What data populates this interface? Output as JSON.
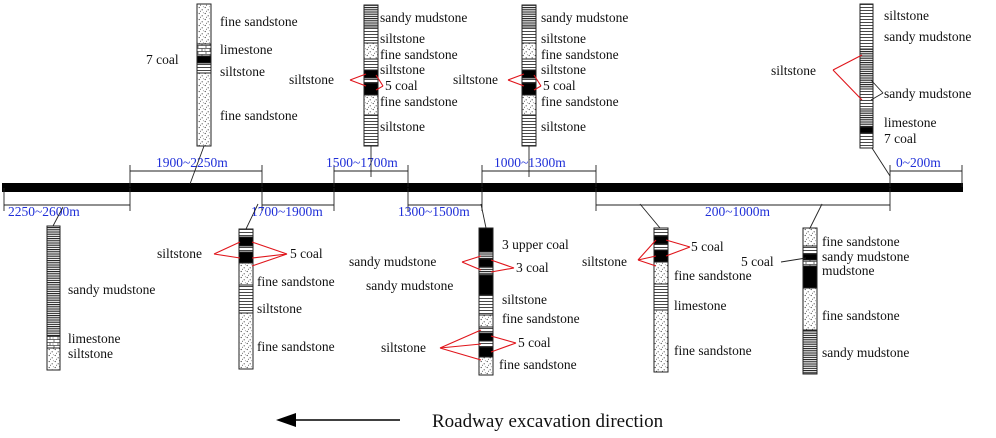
{
  "caption": "Roadway excavation direction",
  "ranges": {
    "r2250_2600": "2250~2600m",
    "r1900_2250": "1900~2250m",
    "r1700_1900": "1700~1900m",
    "r1500_1700": "1500~1700m",
    "r1300_1500": "1300~1500m",
    "r1000_1300": "1000~1300m",
    "r200_1000": "200~1000m",
    "r0_200": "0~200m"
  },
  "columns": {
    "c2250": {
      "labels": [
        "sandy mudstone",
        "limestone",
        "siltstone"
      ]
    },
    "c1900": {
      "labels": [
        "7 coal",
        "fine sandstone",
        "limestone",
        "siltstone",
        "fine sandstone"
      ]
    },
    "c1700": {
      "labels": [
        "siltstone",
        "5 coal",
        "fine sandstone",
        "siltstone",
        "fine sandstone"
      ]
    },
    "c1500": {
      "labels": [
        "sandy mudstone",
        "siltstone",
        "fine sandstone",
        "siltstone",
        "siltstone",
        "5 coal",
        "fine sandstone",
        "siltstone"
      ]
    },
    "c1300": {
      "labels": [
        "3 upper coal",
        "sandy mudstone",
        "3 coal",
        "sandy mudstone",
        "siltstone",
        "fine sandstone",
        "siltstone",
        "5 coal",
        "fine sandstone"
      ]
    },
    "c1000": {
      "labels": [
        "sandy mudstone",
        "siltstone",
        "fine sandstone",
        "siltstone",
        "siltstone",
        "5 coal",
        "fine sandstone",
        "siltstone"
      ]
    },
    "c200": {
      "labels": [
        "siltstone",
        "5 coal",
        "fine sandstone",
        "limestone",
        "fine sandstone"
      ]
    },
    "c200b": {
      "labels": [
        "5 coal",
        "fine sandstone",
        "sandy mudstone",
        "mudstone",
        "fine sandstone",
        "sandy mudstone"
      ]
    },
    "c0": {
      "labels": [
        "siltstone",
        "sandy mudstone",
        "siltstone",
        "sandy mudstone",
        "limestone",
        "7 coal"
      ]
    }
  }
}
